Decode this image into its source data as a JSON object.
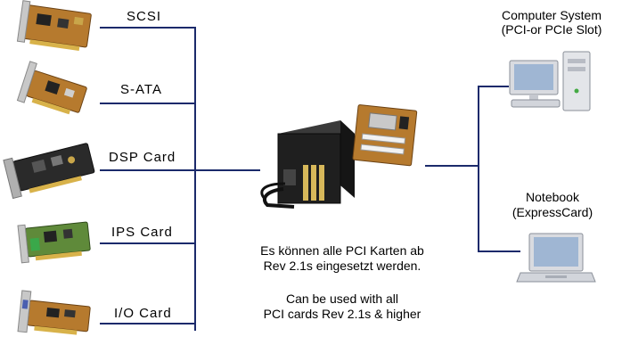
{
  "cards": [
    {
      "label": "SCSI",
      "icon": "scsi-card-icon"
    },
    {
      "label": "S-ATA",
      "icon": "sata-card-icon"
    },
    {
      "label": "DSP Card",
      "icon": "dsp-card-icon"
    },
    {
      "label": "IPS Card",
      "icon": "ips-card-icon"
    },
    {
      "label": "I/O Card",
      "icon": "io-card-icon"
    }
  ],
  "targets": {
    "computer": {
      "title": "Computer System",
      "subtitle": "(PCI-or PCIe Slot)",
      "icon": "desktop-computer-icon"
    },
    "notebook": {
      "title": "Notebook",
      "subtitle": "(ExpressCard)",
      "icon": "laptop-icon"
    }
  },
  "center": {
    "enclosure_icon": "expansion-chassis-icon",
    "board_icon": "pci-board-icon",
    "german_line1": "Es können alle PCI Karten ab",
    "german_line2": "Rev 2.1s eingesetzt werden.",
    "english_line1": "Can be used with all",
    "english_line2": "PCI cards Rev 2.1s & higher"
  },
  "colors": {
    "wire": "#1b2a6b",
    "pcb_green": "#5f8a3a",
    "pcb_brown": "#b67a2e"
  }
}
